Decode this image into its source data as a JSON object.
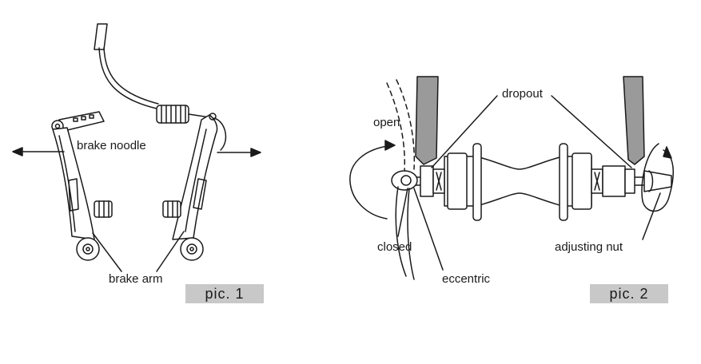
{
  "figure1": {
    "labels": {
      "brake_noodle": "brake noodle",
      "brake_arm": "brake arm"
    },
    "caption": "pic. 1"
  },
  "figure2": {
    "labels": {
      "open": "open",
      "dropout": "dropout",
      "closed": "closed",
      "eccentric": "eccentric",
      "adjusting_nut": "adjusting nut"
    },
    "caption": "pic. 2"
  },
  "colors": {
    "line": "#1a1a1a",
    "caption_bg": "#c8c8c8",
    "dropout_fill": "#9a9a9a",
    "background": "#ffffff"
  }
}
